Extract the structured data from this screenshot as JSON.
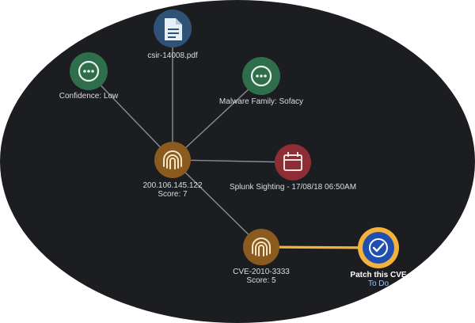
{
  "graph": {
    "nodes": [
      {
        "id": "file",
        "label": "csir-14008.pdf",
        "sub": "",
        "color": "#2e5377",
        "icon": "document-icon"
      },
      {
        "id": "confidence",
        "label": "Confidence: Low",
        "sub": "",
        "color": "#2f6e4b",
        "icon": "more-icon"
      },
      {
        "id": "malware",
        "label": "Malware Family: Sofacy",
        "sub": "",
        "color": "#2f6e4b",
        "icon": "more-icon"
      },
      {
        "id": "ip",
        "label": "200.106.145.122",
        "sub": "Score: 7",
        "color": "#8a5a1e",
        "icon": "fingerprint-icon"
      },
      {
        "id": "splunk",
        "label": "Splunk Sighting - 17/08/18 06:50AM",
        "sub": "",
        "color": "#8c2e33",
        "icon": "calendar-icon"
      },
      {
        "id": "cve",
        "label": "CVE-2010-3333",
        "sub": "Score: 5",
        "color": "#8a5a1e",
        "icon": "fingerprint-icon"
      },
      {
        "id": "task",
        "label": "Patch this CVE",
        "sub": "To Do",
        "color": "#1f4fb0",
        "icon": "check-icon",
        "highlight": "#f3b23a"
      }
    ],
    "edges": [
      {
        "from": "ip",
        "to": "file"
      },
      {
        "from": "ip",
        "to": "confidence"
      },
      {
        "from": "ip",
        "to": "malware"
      },
      {
        "from": "ip",
        "to": "splunk"
      },
      {
        "from": "ip",
        "to": "cve"
      },
      {
        "from": "cve",
        "to": "task",
        "highlight": true
      }
    ]
  }
}
